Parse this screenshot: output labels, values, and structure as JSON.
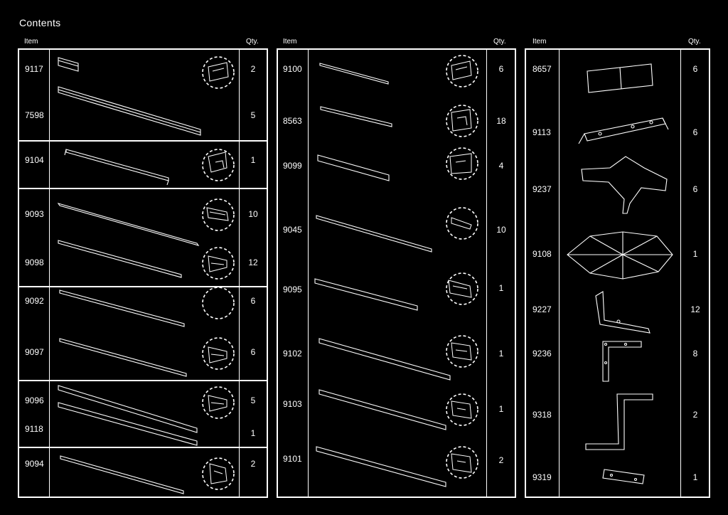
{
  "title": "Contents",
  "headers": {
    "item": "Item",
    "qty": "Qty."
  },
  "columns": [
    {
      "items": [
        {
          "code": "9117",
          "qty": "2"
        },
        {
          "code": "7598",
          "qty": "5"
        },
        {
          "code": "9104",
          "qty": "1"
        },
        {
          "code": "9093",
          "qty": "10"
        },
        {
          "code": "9098",
          "qty": "12"
        },
        {
          "code": "9092",
          "qty": "6"
        },
        {
          "code": "9097",
          "qty": "6"
        },
        {
          "code": "9096",
          "qty": "5"
        },
        {
          "code": "9118",
          "qty": "1"
        },
        {
          "code": "9094",
          "qty": "2"
        }
      ]
    },
    {
      "items": [
        {
          "code": "9100",
          "qty": "6"
        },
        {
          "code": "8563",
          "qty": "18"
        },
        {
          "code": "9099",
          "qty": "4"
        },
        {
          "code": "9045",
          "qty": "10"
        },
        {
          "code": "9095",
          "qty": "1"
        },
        {
          "code": "9102",
          "qty": "1"
        },
        {
          "code": "9103",
          "qty": "1"
        },
        {
          "code": "9101",
          "qty": "2"
        }
      ]
    },
    {
      "items": [
        {
          "code": "8657",
          "qty": "6"
        },
        {
          "code": "9113",
          "qty": "6"
        },
        {
          "code": "9237",
          "qty": "6"
        },
        {
          "code": "9108",
          "qty": "1"
        },
        {
          "code": "9227",
          "qty": "12"
        },
        {
          "code": "9236",
          "qty": "8"
        },
        {
          "code": "9318",
          "qty": "2"
        },
        {
          "code": "9319",
          "qty": "1"
        }
      ]
    }
  ]
}
